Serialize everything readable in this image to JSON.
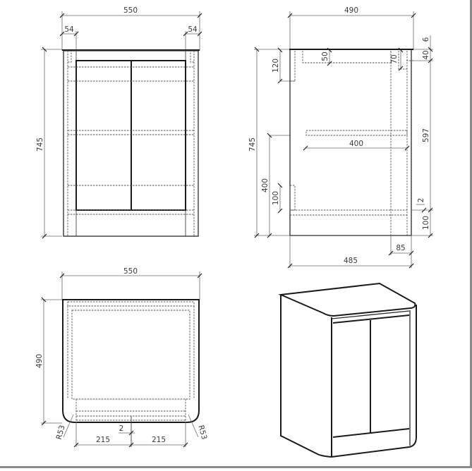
{
  "drawing": {
    "units": "mm",
    "front_view": {
      "overall_width": "550",
      "left_side_width": "54",
      "right_side_width": "54",
      "overall_height": "745"
    },
    "side_view": {
      "overall_depth": "490",
      "overall_height": "745",
      "top_rail_height": "120",
      "top_recess_depth": "50",
      "top_back_offset": "70",
      "worktop_thickness": "6",
      "rear_top_offset": "40",
      "shelf_depth": "400",
      "shelf_to_top": "597",
      "shelf_height_from_floor": "400",
      "kick_height_left": "100",
      "base_gap": "2",
      "plinth_height": "100",
      "rear_depth": "85",
      "carcass_depth": "485"
    },
    "plan_view": {
      "overall_width": "550",
      "overall_depth": "490",
      "radius_left": "R53",
      "radius_right": "R53",
      "door_width_left": "215",
      "door_width_right": "215",
      "door_gap": "2"
    },
    "iso_view": {
      "label": ""
    }
  }
}
